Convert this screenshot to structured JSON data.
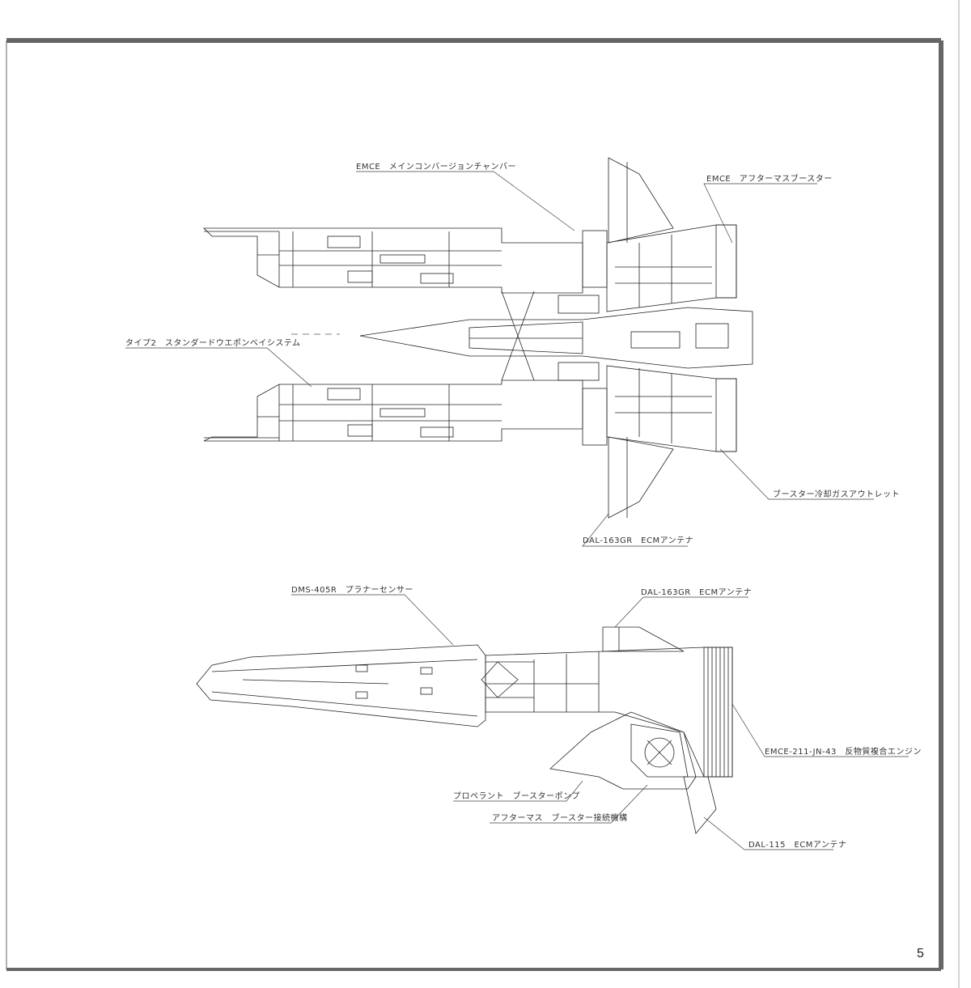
{
  "page_number": "5",
  "labels": {
    "emce_main": "EMCE　メインコンバージョンチャンバー",
    "emce_after": "EMCE　アフターマスブースター",
    "type2": "タイプ2　スタンダードウエポンベイシステム",
    "booster_cooling": "ブースター冷却ガスアウトレット",
    "dal163_top": "DAL-163GR　ECMアンテナ",
    "dms405": "DMS-405R　プラナーセンサー",
    "dal163_side": "DAL-163GR　ECMアンテナ",
    "emce211": "EMCE-211-JN-43　反物質複合エンジン",
    "propellant": "プロペラント　ブースターポンプ",
    "aftermath": "アフターマス　ブースター接続機構",
    "dal115": "DAL-115　ECMアンテナ"
  }
}
